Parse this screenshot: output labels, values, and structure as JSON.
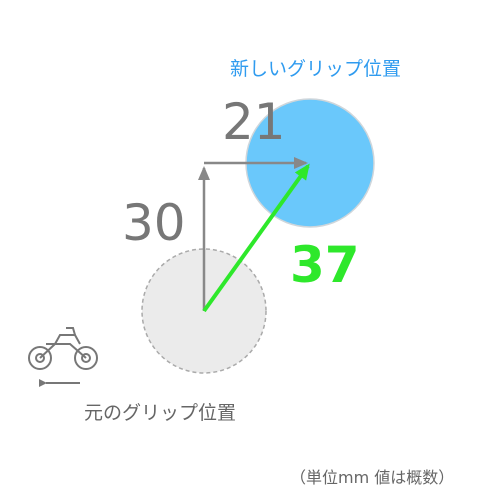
{
  "labels": {
    "new_position": "新しいグリップ位置",
    "old_position": "元のグリップ位置",
    "unit_note": "（単位mm  値は概数）"
  },
  "measurements": {
    "horizontal": "21",
    "vertical": "30",
    "distance": "37"
  },
  "icons": {
    "vehicle": "motorcycle-icon",
    "direction": "arrow-left-icon"
  },
  "colors": {
    "new_circle_fill": "#6ac8fb",
    "old_circle_fill": "#ebebeb",
    "diagonal_arrow": "#2ee82b",
    "distance_text": "#2ee82b",
    "guide_arrows": "#888888",
    "new_label": "#2f9bef"
  }
}
